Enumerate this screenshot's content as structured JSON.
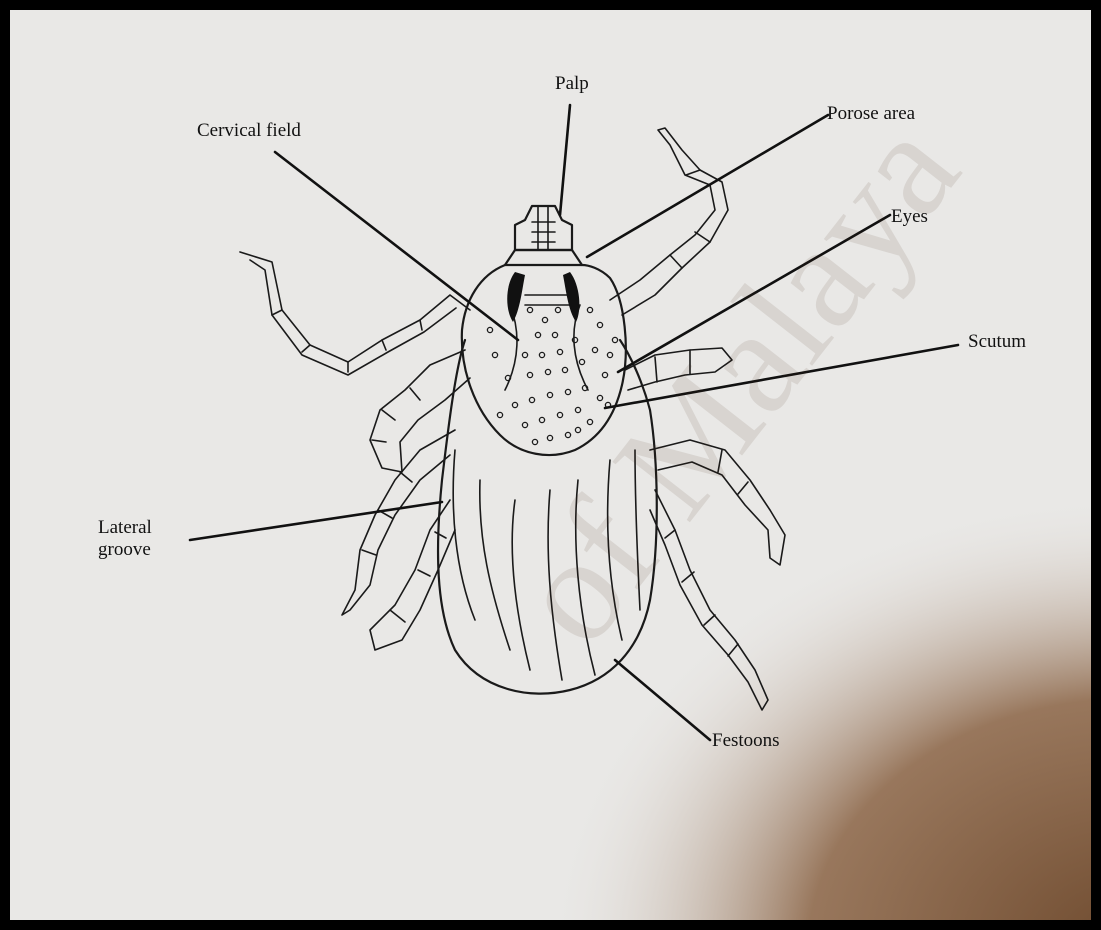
{
  "labels": {
    "palp": "Palp",
    "cervical_field": "Cervical field",
    "porose_area": "Porose area",
    "eyes": "Eyes",
    "scutum": "Scutum",
    "lateral_groove_line1": "Lateral",
    "lateral_groove_line2": "groove",
    "festoons": "Festoons"
  },
  "watermark": "of Malaya",
  "colors": {
    "frame": "#000000",
    "paper": "#e9e8e6",
    "shadow": "#7a5437",
    "ink": "#1a1a1a"
  }
}
